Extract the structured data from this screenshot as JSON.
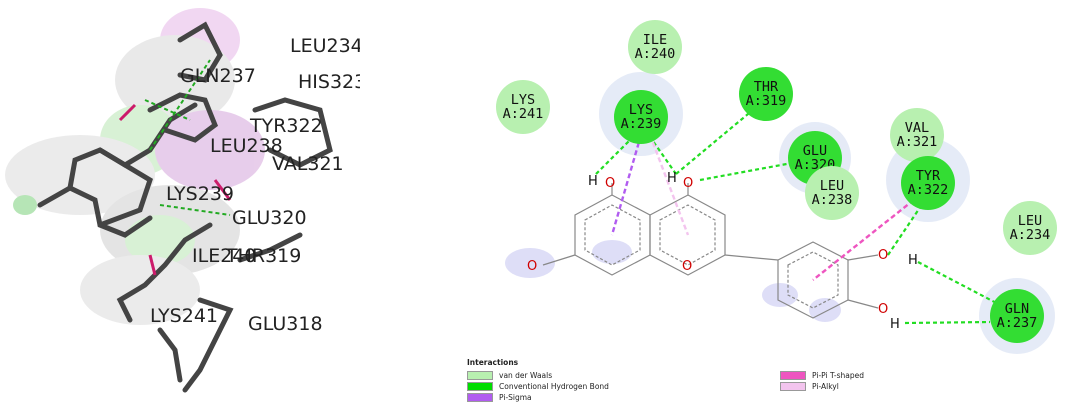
{
  "left_panel": {
    "residue_labels": [
      "LEU234",
      "GLN237",
      "HIS323",
      "TYR322",
      "LEU238",
      "VAL321",
      "LYS239",
      "GLU320",
      "ILE240",
      "THR319",
      "LYS241",
      "GLU318"
    ]
  },
  "right_panel": {
    "residues": [
      {
        "name": "ILE",
        "chain": "A:240",
        "type": "vdw"
      },
      {
        "name": "LYS",
        "chain": "A:241",
        "type": "vdw"
      },
      {
        "name": "LYS",
        "chain": "A:239",
        "type": "hbond"
      },
      {
        "name": "THR",
        "chain": "A:319",
        "type": "hbond"
      },
      {
        "name": "GLU",
        "chain": "A:320",
        "type": "hbond"
      },
      {
        "name": "VAL",
        "chain": "A:321",
        "type": "vdw"
      },
      {
        "name": "LEU",
        "chain": "A:238",
        "type": "vdw"
      },
      {
        "name": "TYR",
        "chain": "A:322",
        "type": "hbond"
      },
      {
        "name": "LEU",
        "chain": "A:234",
        "type": "vdw"
      },
      {
        "name": "GLN",
        "chain": "A:237",
        "type": "hbond"
      }
    ],
    "atoms": {
      "O": "O",
      "H": "H"
    },
    "colors": {
      "vdw": "#b8f0b0",
      "hbond": "#00dd00",
      "pi_sigma": "#b15cf0",
      "pi_pi_t": "#ee55c0",
      "pi_alkyl": "#f3c4ee",
      "oxygen": "#d00000"
    }
  },
  "legend": {
    "title": "Interactions",
    "items": [
      {
        "label": "van der Waals",
        "color": "#b8f0b0"
      },
      {
        "label": "Conventional Hydrogen Bond",
        "color": "#00dd00"
      },
      {
        "label": "Pi-Sigma",
        "color": "#b15cf0"
      },
      {
        "label": "Pi-Pi T-shaped",
        "color": "#ee55c0"
      },
      {
        "label": "Pi-Alkyl",
        "color": "#f3c4ee"
      }
    ]
  }
}
